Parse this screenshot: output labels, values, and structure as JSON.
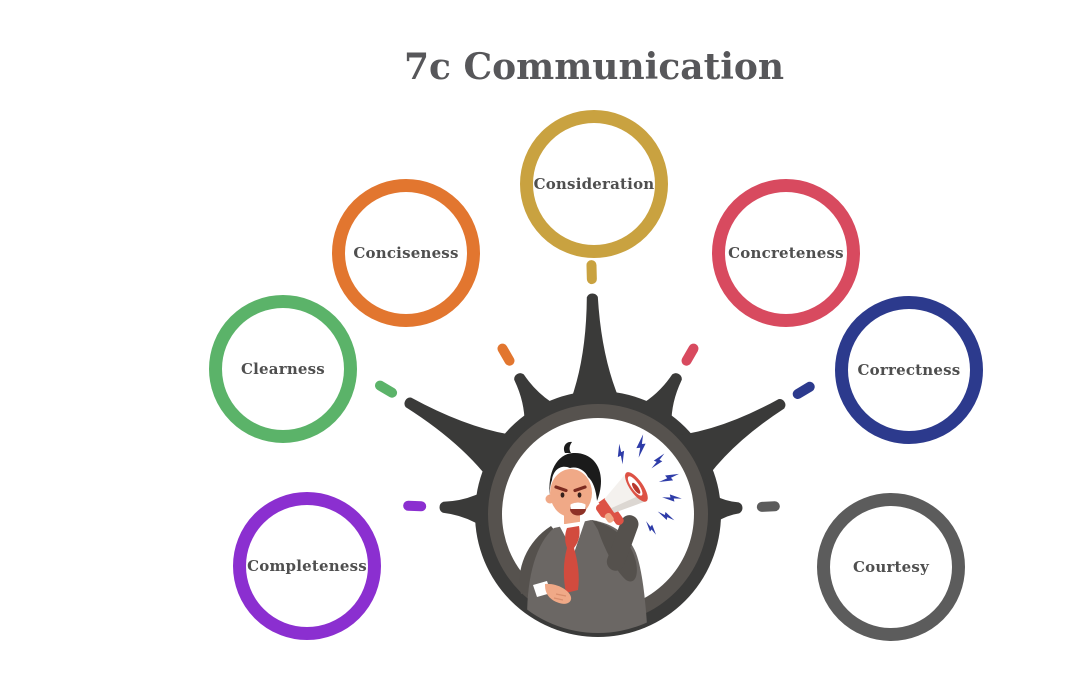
{
  "title": "7c Communication",
  "items": [
    {
      "label": "Consideration",
      "color": "#c9a240"
    },
    {
      "label": "Conciseness",
      "color": "#e2762f"
    },
    {
      "label": "Clearness",
      "color": "#5bb369"
    },
    {
      "label": "Completeness",
      "color": "#8b2fd0"
    },
    {
      "label": "Concreteness",
      "color": "#d84a5f"
    },
    {
      "label": "Correctness",
      "color": "#2c3a8d"
    },
    {
      "label": "Courtesy",
      "color": "#5c5c5c"
    }
  ],
  "hub": {
    "illustration": "man-with-megaphone",
    "colors": {
      "ring_outer": "#3a3a39",
      "ring_inner": "#56524e",
      "suit": "#6b6764",
      "suit_shade": "#55514d",
      "skin": "#f0a987",
      "skin_line": "#d98e6d",
      "hair": "#1b1b1b",
      "brow": "#7c2b20",
      "mouth": "#8e3227",
      "tie": "#d24b3e",
      "shirt": "#ffffff",
      "megaphone_body": "#f4f1ee",
      "megaphone_shade": "#dcd7d2",
      "megaphone_accent": "#dd5245",
      "megaphone_core": "#b8382e",
      "bolt": "#2e3ca8"
    }
  },
  "text": {
    "title_color": "#57575a",
    "label_color": "#4f4f4f",
    "background": "#ffffff"
  }
}
